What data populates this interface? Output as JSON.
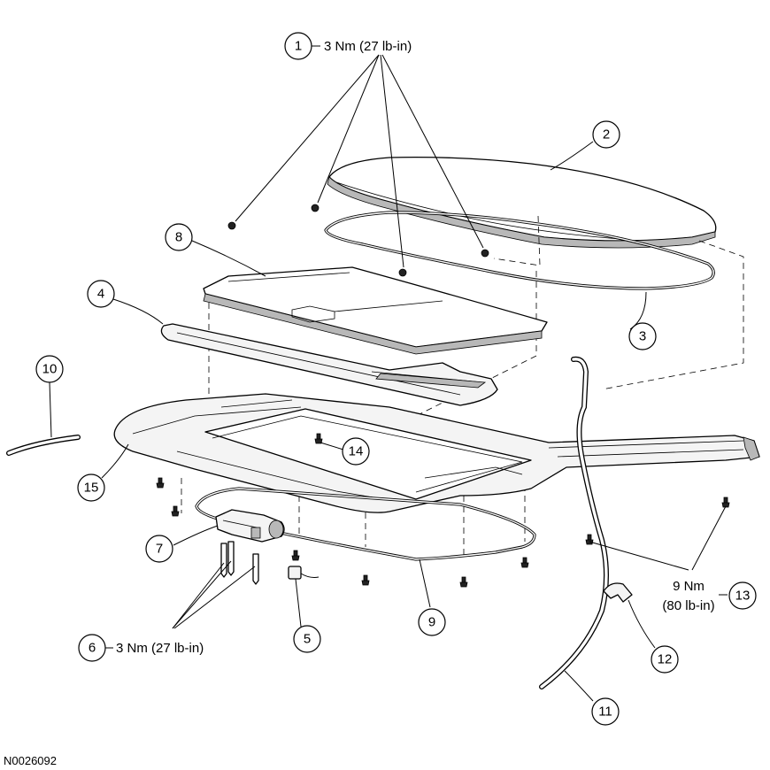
{
  "figure_id": "N0026092",
  "callouts": [
    {
      "num": "1",
      "spec": "3 Nm (27 lb-in)"
    },
    {
      "num": "2"
    },
    {
      "num": "3"
    },
    {
      "num": "4"
    },
    {
      "num": "5"
    },
    {
      "num": "6",
      "spec": "3 Nm (27 lb-in)"
    },
    {
      "num": "7"
    },
    {
      "num": "8"
    },
    {
      "num": "9"
    },
    {
      "num": "10"
    },
    {
      "num": "11"
    },
    {
      "num": "12"
    },
    {
      "num": "13",
      "spec_line1": "9 Nm",
      "spec_line2": "(80 lb-in)"
    },
    {
      "num": "14"
    },
    {
      "num": "15"
    }
  ]
}
